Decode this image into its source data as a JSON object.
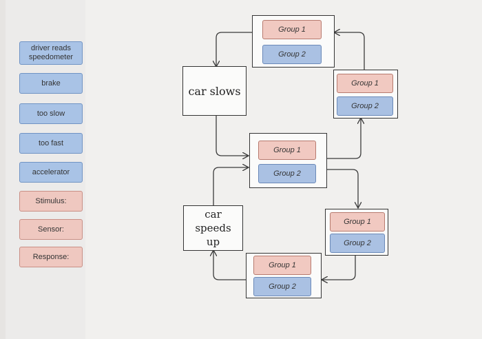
{
  "palette": {
    "items": [
      {
        "label": "driver reads speedometer",
        "color": "blue"
      },
      {
        "label": "brake",
        "color": "blue"
      },
      {
        "label": "too slow",
        "color": "blue"
      },
      {
        "label": "too fast",
        "color": "blue"
      },
      {
        "label": "accelerator",
        "color": "blue"
      },
      {
        "label": "Stimulus:",
        "color": "pink"
      },
      {
        "label": "Sensor:",
        "color": "pink"
      },
      {
        "label": "Response:",
        "color": "pink"
      }
    ]
  },
  "diagram": {
    "car_slows": "car slows",
    "car_speeds_up": "car speeds up",
    "group1": "Group 1",
    "group2": "Group 2"
  },
  "colors": {
    "blue_chip": "#a9c3e6",
    "pink_chip": "#efc8c0",
    "arrow": "#3a3a3a"
  }
}
